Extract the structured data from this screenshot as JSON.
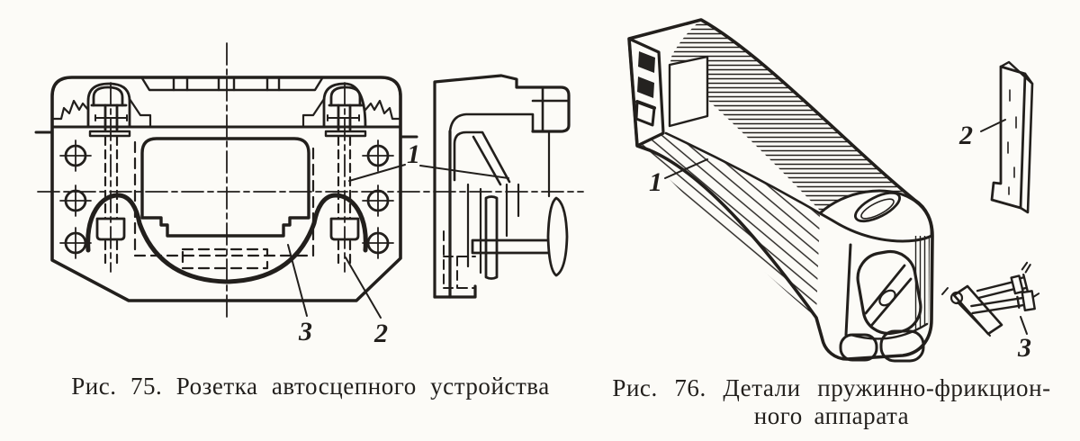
{
  "page": {
    "type": "scanned-book-page",
    "background": "#fcfbf7",
    "ink": "#221f1c"
  },
  "figure75": {
    "caption": "Рис. 75. Розетка автосцепного устройства",
    "subject": "striker-casting-of-automatic-coupler",
    "views": [
      "front-view",
      "side-view"
    ],
    "labels": {
      "l1": "1",
      "l2": "2",
      "l3": "3"
    }
  },
  "figure76": {
    "caption_line1": "Рис. 76. Детали пружинно-фрикцион-",
    "caption_line2": "ного аппарата",
    "subject": "draft-yoke-wedge-and-bolts",
    "labels": {
      "l1": "1",
      "l2": "2",
      "l3": "3"
    }
  }
}
